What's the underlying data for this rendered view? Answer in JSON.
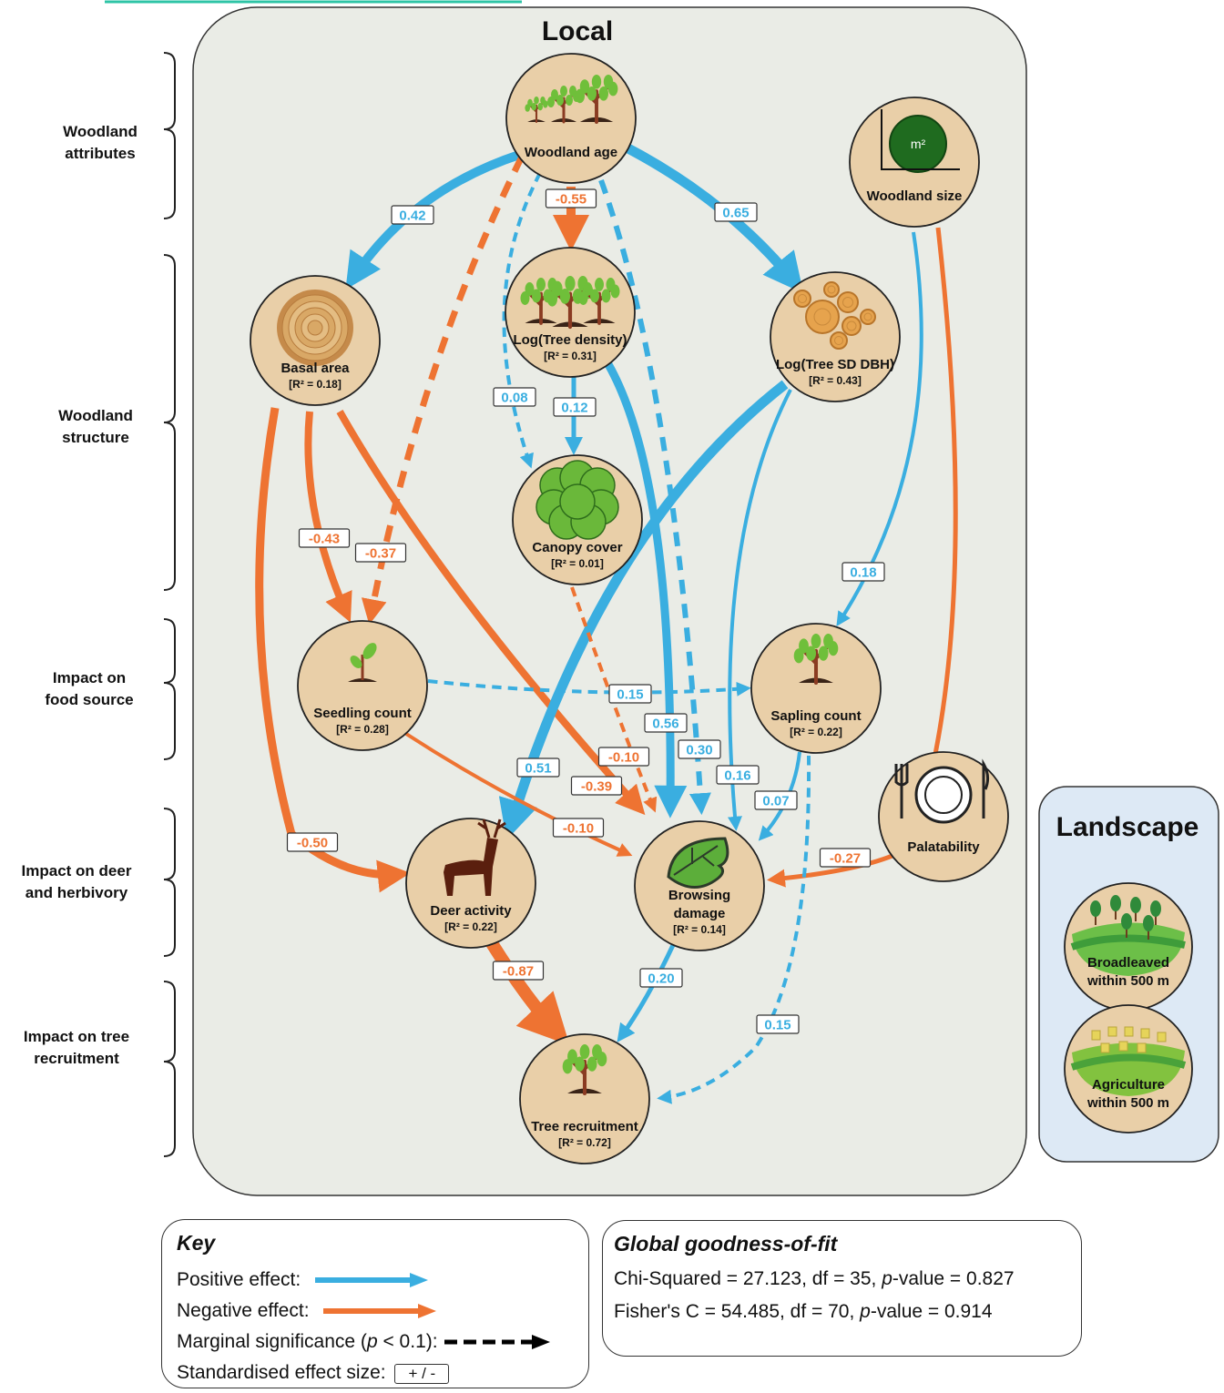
{
  "panels": {
    "local": "Local",
    "landscape": "Landscape"
  },
  "sections": [
    {
      "id": "attributes",
      "lines": [
        "Woodland",
        "attributes"
      ]
    },
    {
      "id": "structure",
      "lines": [
        "Woodland",
        "structure"
      ]
    },
    {
      "id": "food",
      "lines": [
        "Impact on",
        "food source"
      ]
    },
    {
      "id": "herbivory",
      "lines": [
        "Impact on deer",
        "and herbivory"
      ]
    },
    {
      "id": "recruitment",
      "lines": [
        "Impact on tree",
        "recruitment"
      ]
    }
  ],
  "nodes": [
    {
      "id": "woodland-age",
      "label": "Woodland age",
      "r2": "",
      "icon": "trees-growing-icon"
    },
    {
      "id": "woodland-size",
      "label": "Woodland size",
      "r2": "",
      "icon": "area-m2-icon",
      "icon_text": "m²"
    },
    {
      "id": "basal-area",
      "label": "Basal area",
      "r2": "[R² = 0.18]",
      "icon": "tree-rings-icon"
    },
    {
      "id": "tree-density",
      "label": "Log(Tree density)",
      "r2": "[R² = 0.31]",
      "icon": "tree-cluster-icon"
    },
    {
      "id": "tree-sd-dbh",
      "label": "Log(Tree SD DBH)",
      "r2": "[R² = 0.43]",
      "icon": "stumps-icon"
    },
    {
      "id": "canopy-cover",
      "label": "Canopy cover",
      "r2": "[R² = 0.01]",
      "icon": "canopy-icon"
    },
    {
      "id": "seedling-count",
      "label": "Seedling count",
      "r2": "[R² = 0.28]",
      "icon": "seedling-icon"
    },
    {
      "id": "sapling-count",
      "label": "Sapling count",
      "r2": "[R² = 0.22]",
      "icon": "sapling-icon"
    },
    {
      "id": "palatability",
      "label": "Palatability",
      "r2": "",
      "icon": "plate-icon"
    },
    {
      "id": "deer-activity",
      "label": "Deer activity",
      "r2": "[R² = 0.22]",
      "icon": "deer-icon"
    },
    {
      "id": "browsing-damage",
      "label": "Browsing damage",
      "r2": "[R² = 0.14]",
      "icon": "bitten-leaf-icon"
    },
    {
      "id": "tree-recruitment",
      "label": "Tree recruitment",
      "r2": "[R² = 0.72]",
      "icon": "young-tree-icon"
    },
    {
      "id": "broadleaved",
      "label": "Broadleaved within 500 m",
      "r2": "",
      "icon": "broadleaf-landscape-icon"
    },
    {
      "id": "agriculture",
      "label": "Agriculture within 500 m",
      "r2": "",
      "icon": "farmland-landscape-icon"
    }
  ],
  "edges": [
    {
      "from": "woodland-age",
      "to": "basal-area",
      "value": "0.42",
      "sign": "positive",
      "marginal": false
    },
    {
      "from": "woodland-age",
      "to": "tree-density",
      "value": "-0.55",
      "sign": "negative",
      "marginal": false
    },
    {
      "from": "woodland-age",
      "to": "tree-sd-dbh",
      "value": "0.65",
      "sign": "positive",
      "marginal": false
    },
    {
      "from": "woodland-age",
      "to": "seedling-count",
      "value": "-0.37",
      "sign": "negative",
      "marginal": true
    },
    {
      "from": "woodland-age",
      "to": "canopy-cover",
      "value": "0.08",
      "sign": "positive",
      "marginal": true
    },
    {
      "from": "woodland-age",
      "to": "browsing-damage",
      "value": "0.30",
      "sign": "positive",
      "marginal": true
    },
    {
      "from": "tree-density",
      "to": "canopy-cover",
      "value": "0.12",
      "sign": "positive",
      "marginal": false
    },
    {
      "from": "tree-density",
      "to": "browsing-damage",
      "value": "0.56",
      "sign": "positive",
      "marginal": false
    },
    {
      "from": "basal-area",
      "to": "seedling-count",
      "value": "-0.43",
      "sign": "negative",
      "marginal": false
    },
    {
      "from": "basal-area",
      "to": "deer-activity",
      "value": "-0.50",
      "sign": "negative",
      "marginal": false
    },
    {
      "from": "basal-area",
      "to": "browsing-damage",
      "value": "-0.39",
      "sign": "negative",
      "marginal": false
    },
    {
      "from": "tree-sd-dbh",
      "to": "deer-activity",
      "value": "0.51",
      "sign": "positive",
      "marginal": false
    },
    {
      "from": "tree-sd-dbh",
      "to": "browsing-damage",
      "value": "0.16",
      "sign": "positive",
      "marginal": false
    },
    {
      "from": "woodland-size",
      "to": "sapling-count",
      "value": "0.18",
      "sign": "positive",
      "marginal": false
    },
    {
      "from": "woodland-size",
      "to": "browsing-damage",
      "value": "-0.27",
      "sign": "negative",
      "marginal": false
    },
    {
      "from": "canopy-cover",
      "to": "browsing-damage",
      "value": "-0.10",
      "sign": "negative",
      "marginal": true
    },
    {
      "from": "seedling-count",
      "to": "sapling-count",
      "value": "0.15",
      "sign": "positive",
      "marginal": true
    },
    {
      "from": "seedling-count",
      "to": "browsing-damage",
      "value": "-0.10",
      "sign": "negative",
      "marginal": false
    },
    {
      "from": "sapling-count",
      "to": "browsing-damage",
      "value": "0.07",
      "sign": "positive",
      "marginal": false
    },
    {
      "from": "sapling-count",
      "to": "tree-recruitment",
      "value": "0.15",
      "sign": "positive",
      "marginal": true
    },
    {
      "from": "deer-activity",
      "to": "tree-recruitment",
      "value": "-0.87",
      "sign": "negative",
      "marginal": false
    },
    {
      "from": "browsing-damage",
      "to": "tree-recruitment",
      "value": "0.20",
      "sign": "positive",
      "marginal": false
    }
  ],
  "key": {
    "title": "Key",
    "positive": "Positive effect:",
    "negative": "Negative effect:",
    "marginal_prefix": "Marginal significance (",
    "marginal_p": "p",
    "marginal_suffix": " < 0.1):",
    "effect_size": "Standardised effect size:",
    "effect_size_box": "+ / -"
  },
  "fit": {
    "title": "Global goodness-of-fit",
    "chi_prefix": "Chi-Squared = 27.123, df = 35, ",
    "chi_p": "p",
    "chi_suffix": "-value = 0.827",
    "fisher_prefix": "Fisher's C = 54.485, df = 70, ",
    "fisher_p": "p",
    "fisher_suffix": "-value = 0.914"
  },
  "colors": {
    "positive": "#3aaee0",
    "negative": "#ee7332",
    "node_fill": "#e9cfa8",
    "local_bg": "#eaece6",
    "landscape_bg": "#dde9f5"
  }
}
